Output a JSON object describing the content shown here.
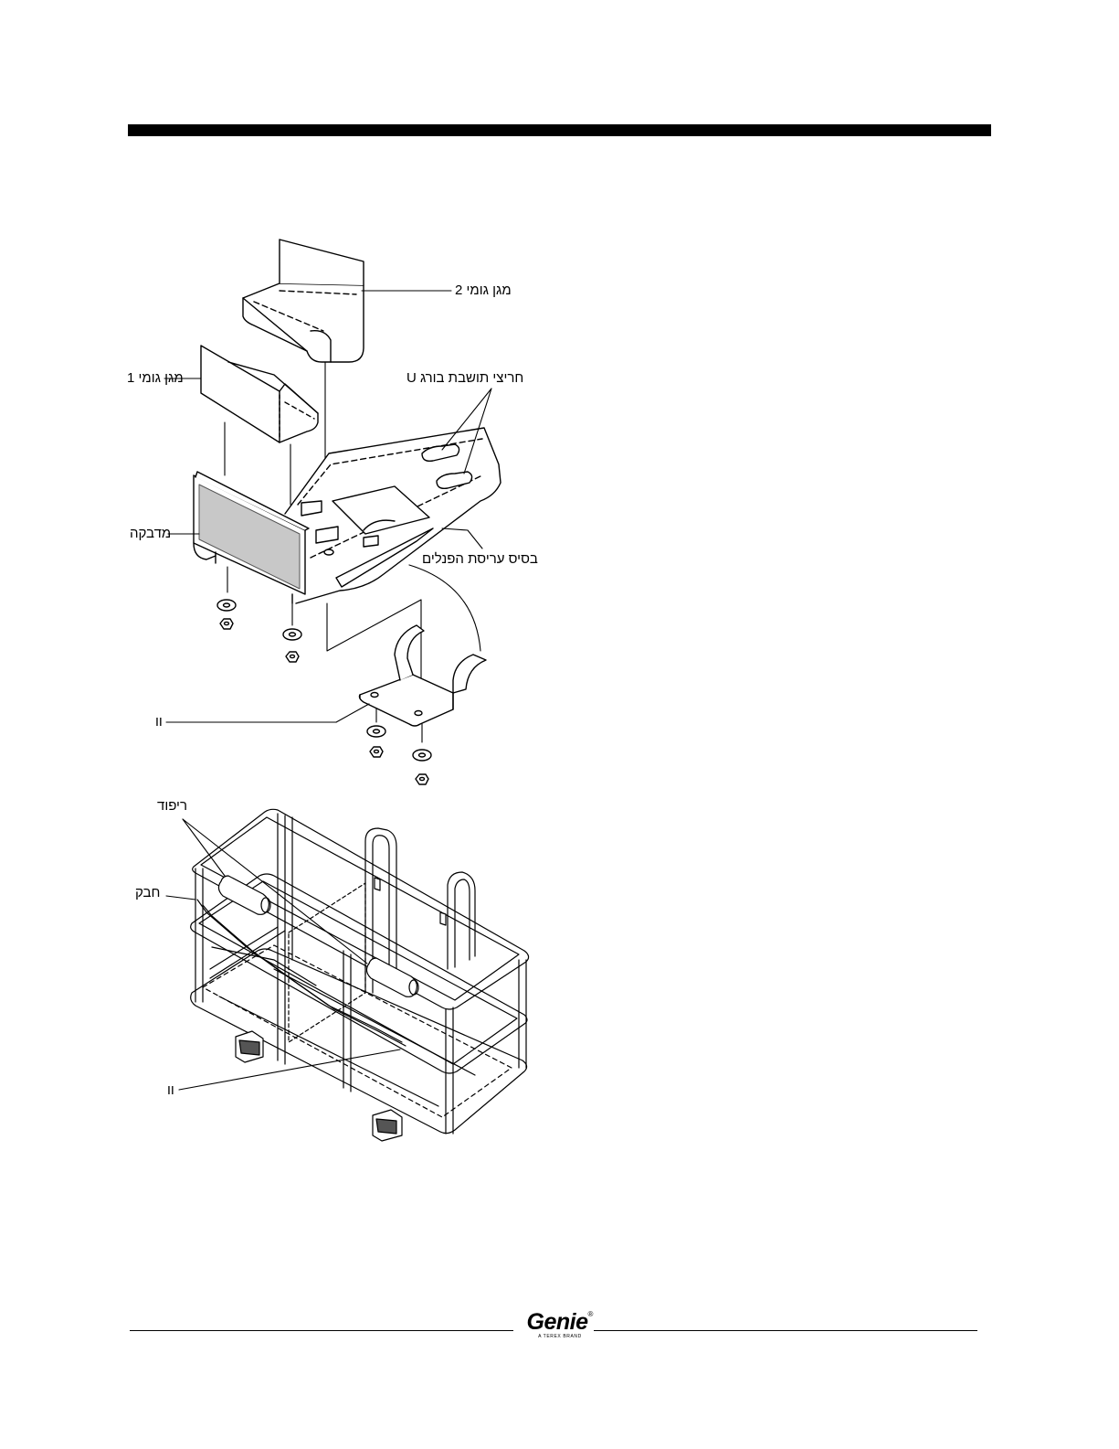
{
  "labels": {
    "rubber_guard_2": "מגן גומי 2",
    "rubber_guard_1": "מגן גומי 1",
    "u_bolt_slots": "חריצי תושבת בורג U",
    "decal": "מדבקה",
    "panel_cradle_base": "בסיס עריסת הפנלים",
    "clamp": "וו",
    "padding": "ריפוד",
    "strap": "חבק",
    "strap_clamp": "וו"
  },
  "footer": {
    "brand": "Genie",
    "registered": "®",
    "tagline": "A TEREX BRAND"
  }
}
